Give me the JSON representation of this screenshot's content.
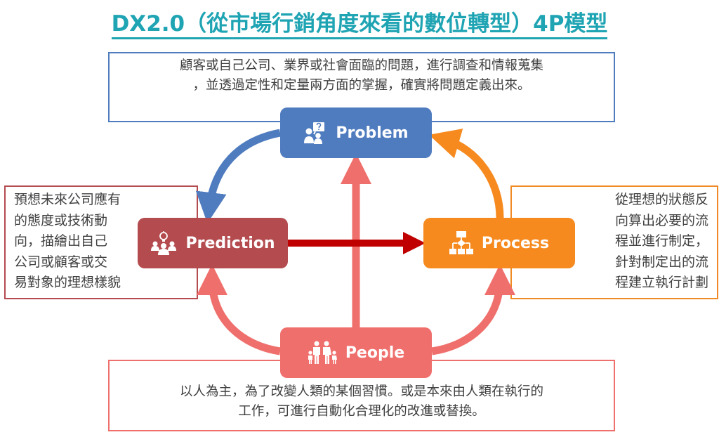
{
  "title": "DX2.0（從市場行銷角度來看的數位轉型）4P模型",
  "problem": {
    "label": "Problem",
    "icon": "person-question-icon",
    "color": "#4f7bbf",
    "desc_lines": [
      "顧客或自己公司、業界或社會面臨的問題，進行調查和情報蒐集",
      "，並透過定性和定量兩方面的掌握，確實將問題定義出來。"
    ]
  },
  "prediction": {
    "label": "Prediction",
    "icon": "group-lightbulb-icon",
    "color": "#b44b4f",
    "desc_lines": [
      "預想未來公司應有",
      "的態度或技術動",
      "向，描繪出自己",
      "公司或顧客或交",
      "易對象的理想樣貌"
    ]
  },
  "process": {
    "label": "Process",
    "icon": "flowchart-icon",
    "color": "#f68a1f",
    "desc_lines": [
      "從理想的狀態反",
      "向算出必要的流",
      "程並進行制定，",
      "針對制定出的流",
      "程建立執行計劃"
    ]
  },
  "people": {
    "label": "People",
    "icon": "family-icon",
    "color": "#ef6f6c",
    "desc_lines": [
      "以人為主，為了改變人類的某個習慣。或是本來由人類在執行的",
      "工作，可進行自動化合理化的改進或替換。"
    ]
  }
}
